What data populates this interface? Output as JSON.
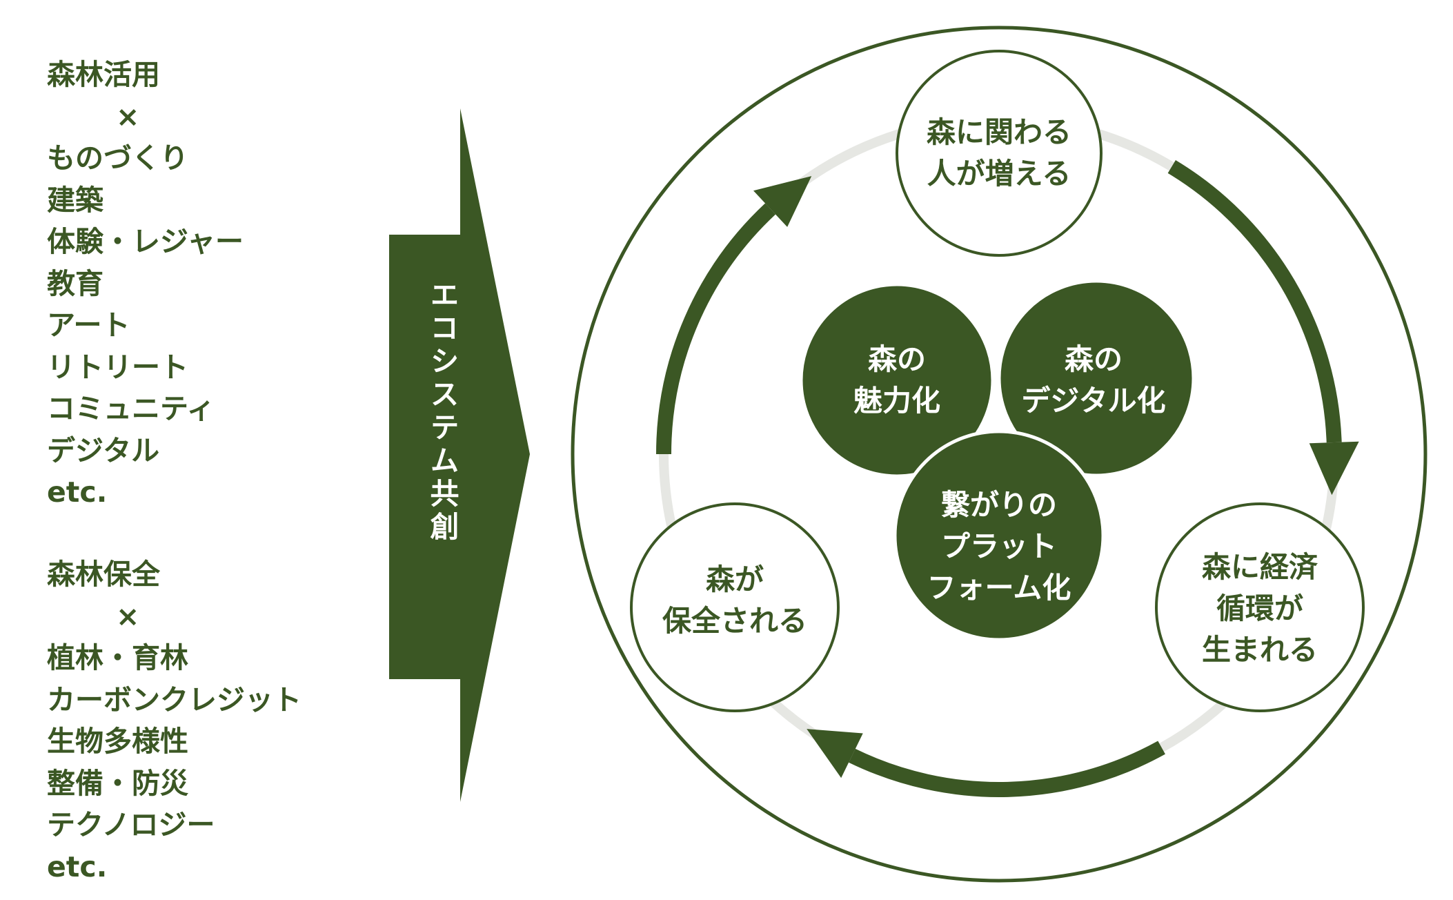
{
  "colors": {
    "green": "#3b5724",
    "ring": "#e6e7e3",
    "white": "#ffffff"
  },
  "left": {
    "group1": {
      "title": "森林活用",
      "cross": "×",
      "items": [
        "ものづくり",
        "建築",
        "体験・レジャー",
        "教育",
        "アート",
        "リトリート",
        "コミュニティ",
        "デジタル",
        "etc."
      ]
    },
    "group2": {
      "title": "森林保全",
      "cross": "×",
      "items": [
        "植林・育林",
        "カーボンクレジット",
        "生物多様性",
        "整備・防災",
        "テクノロジー",
        "etc."
      ]
    }
  },
  "arrow_label": "エコシステム共創",
  "cycle": {
    "top": [
      "森に関わる",
      "人が増える"
    ],
    "right": [
      "森に経済",
      "循環が",
      "生まれる"
    ],
    "left": [
      "森が",
      "保全される"
    ]
  },
  "core": {
    "charm": [
      "森の",
      "魅力化"
    ],
    "digital": [
      "森の",
      "デジタル化"
    ],
    "platform": [
      "繋がりの",
      "プラット",
      "フォーム化"
    ]
  }
}
